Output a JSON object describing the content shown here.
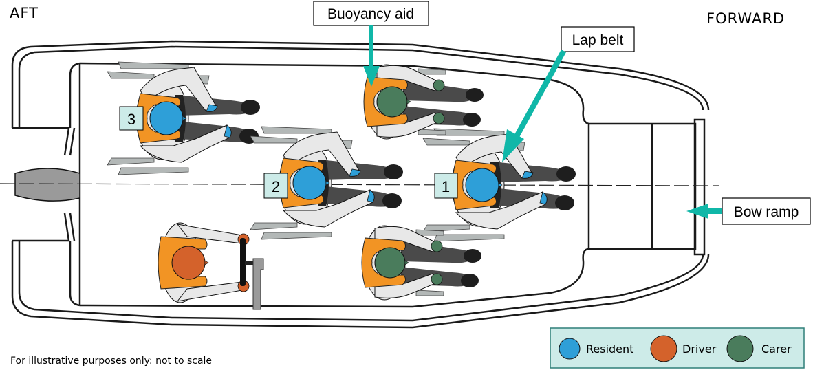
{
  "labels": {
    "aft": "AFT",
    "forward": "FORWARD",
    "note": "For illustrative purposes only: not to scale"
  },
  "callouts": {
    "buoyancy_aid": "Buoyancy aid",
    "lap_belt": "Lap belt",
    "bow_ramp": "Bow ramp"
  },
  "positions": [
    {
      "number": "1",
      "role": "Resident"
    },
    {
      "number": "2",
      "role": "Resident"
    },
    {
      "number": "3",
      "role": "Resident"
    }
  ],
  "people": [
    {
      "id": "resident-1",
      "role": "Resident",
      "in_wheelchair": true
    },
    {
      "id": "resident-2",
      "role": "Resident",
      "in_wheelchair": true
    },
    {
      "id": "resident-3",
      "role": "Resident",
      "in_wheelchair": true
    },
    {
      "id": "carer-top",
      "role": "Carer",
      "in_wheelchair": false
    },
    {
      "id": "carer-bottom",
      "role": "Carer",
      "in_wheelchair": false
    },
    {
      "id": "driver",
      "role": "Driver",
      "in_wheelchair": false
    }
  ],
  "legend": [
    {
      "label": "Resident",
      "color": "#2e9fd8"
    },
    {
      "label": "Driver",
      "color": "#d4622b"
    },
    {
      "label": "Carer",
      "color": "#4a7c5c"
    }
  ],
  "colors": {
    "buoyancy_aid": "#f29424",
    "callout_arrow": "#10b7a8",
    "number_box": "#ccebe8",
    "legend_bg": "#cdebe8"
  }
}
